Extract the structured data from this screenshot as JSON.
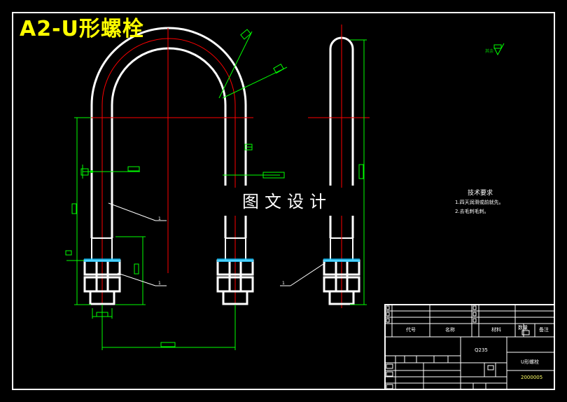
{
  "title": "A2-U形螺栓",
  "watermark": "图文设计",
  "technical_requirements": {
    "heading": "技术要求",
    "items": [
      "1.四天润滑或前就先。",
      "2.去毛刺毛刺。"
    ]
  },
  "part_labels": [
    "1",
    "1",
    "1"
  ],
  "rough_label": "其余",
  "title_block": {
    "drawing_code": "代号",
    "name_header": "名称",
    "material_header": "材料",
    "remarks_header": "备注",
    "quantity_header": "数量",
    "material": "Q235",
    "part_name": "U形螺栓",
    "drawing_number": "2000005"
  },
  "colors": {
    "background": "#000000",
    "outline": "#ffffff",
    "centerline": "#ff0000",
    "dimension": "#00ff00",
    "title": "#ffff00",
    "hatch": "#00bfff"
  }
}
